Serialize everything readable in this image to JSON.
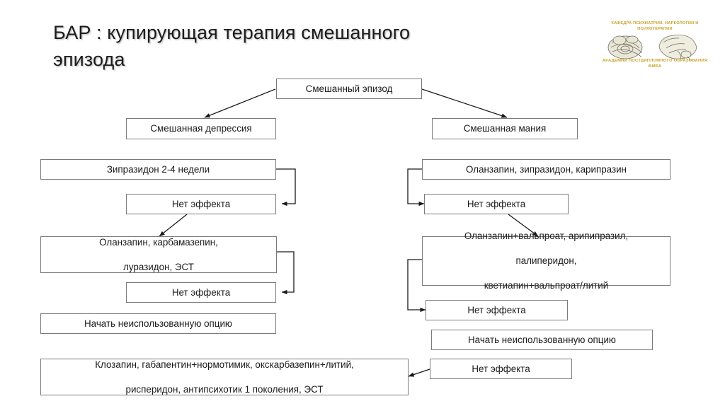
{
  "slide": {
    "title": "БАР : купирующая терапия смешанного эпизода",
    "background": "#ffffff",
    "box_border_color": "#7b7b7b",
    "text_color": "#1a1a1a"
  },
  "logo": {
    "name": "department-logo",
    "top_text": "КАФЕДРА ПСИХИАТРИИ, НАРКОЛОГИИ И ПСИХОТЕРАПИИ",
    "bottom_text": "АКАДЕМИИ ПОСТДИПЛОМНОГО ОБРАЗОВАНИЯ ФМБА",
    "color": "#c9a227",
    "icon": "brain-illustration"
  },
  "diagram": {
    "root": "Смешанный эпизод",
    "branches": {
      "left_label": "Смешанная депрессия",
      "right_label": "Смешанная мания"
    },
    "left_column": [
      {
        "id": "l1",
        "text": "Зипразидон 2-4 недели"
      },
      {
        "id": "l2",
        "text": "Нет эффекта"
      },
      {
        "id": "l3",
        "line1": "Оланзапин, карбамазепин,",
        "line2": "луразидон, ЭСТ"
      },
      {
        "id": "l4",
        "text": "Нет эффекта"
      },
      {
        "id": "l5",
        "text": "Начать неиспользованную опцию"
      }
    ],
    "right_column": [
      {
        "id": "r1",
        "text": "Оланзапин, зипразидон, карипразин"
      },
      {
        "id": "r2",
        "text": "Нет эффекта"
      },
      {
        "id": "r3",
        "line1": "Оланзапин+вальпроат, арипипразил,",
        "line2": "палиперидон,",
        "line3": "кветиапин+вальпроат/литий"
      },
      {
        "id": "r4",
        "text": "Нет эффекта"
      },
      {
        "id": "r5",
        "text": "Начать неиспользованную опцию"
      },
      {
        "id": "r6",
        "text": "Нет эффекта"
      }
    ],
    "final_box": {
      "id": "f1",
      "line1": "Клозапин, габапентин+нормотимик, окскарбазепин+литий,",
      "line2": "рисперидон, антипсихотик 1 поколения, ЭСТ"
    }
  }
}
